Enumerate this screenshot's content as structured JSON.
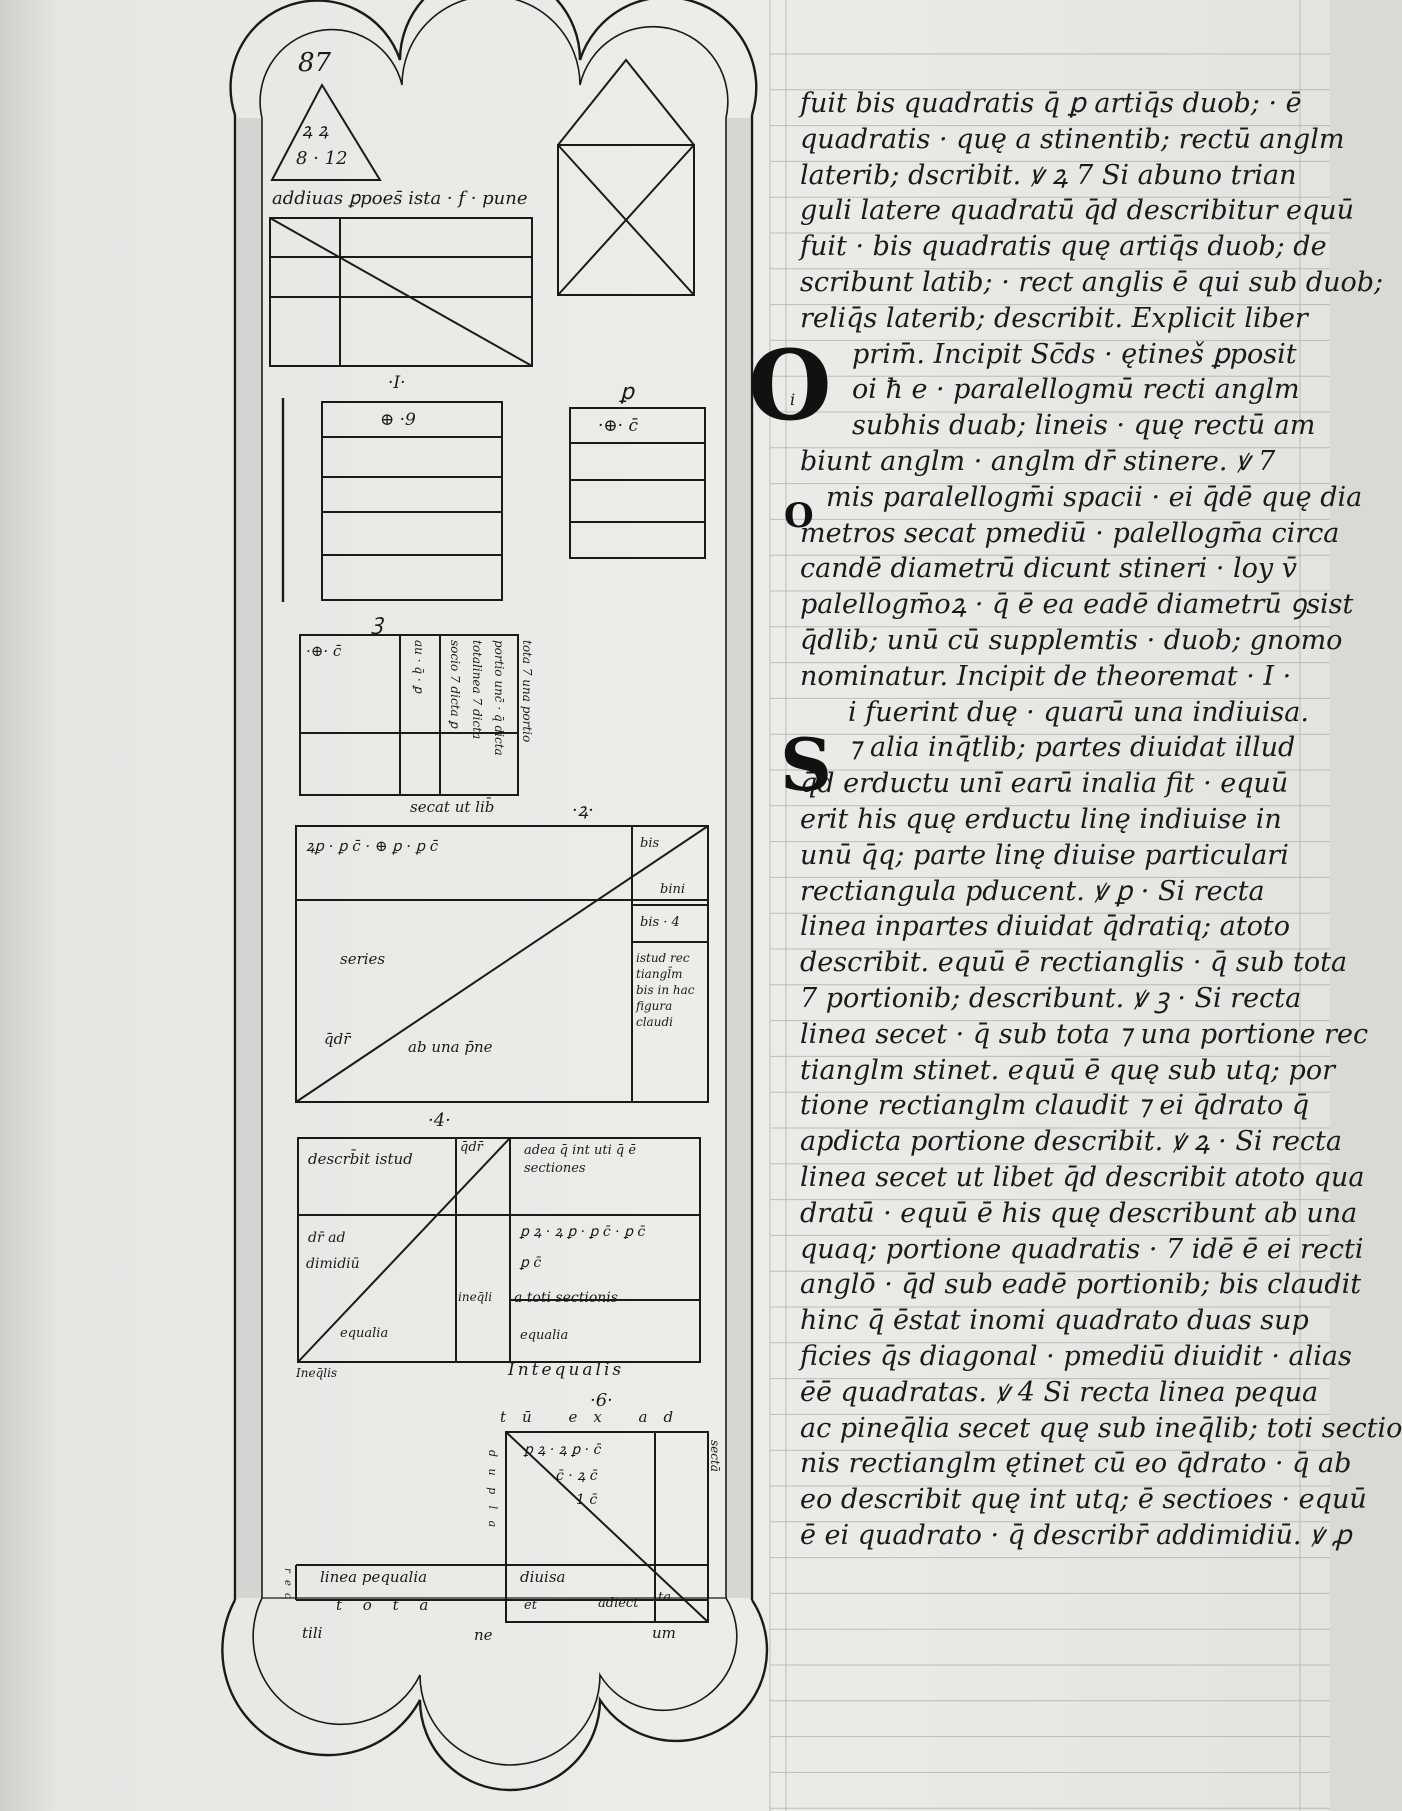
{
  "diagram_labels": {
    "folio_number": "87",
    "triangle_top": "ꝝ ꝝ",
    "triangle_bottom": "8 · 12",
    "caption_rect": "addiuas ꝑpoes̄ ista · f · pune",
    "fig1_number": "·I·",
    "fig1_inner": "⊕ ·9",
    "fig2_number": "ꝑ",
    "fig2_inner": "·⊕· c̄",
    "fig3_number": "ꝫ",
    "fig3_inner": "·⊕· c̄",
    "fig3_text_a": "tota 7 una portio",
    "fig3_text_b": "portio unc̄ · q̄ dicta",
    "fig3_text_c": "totalinea 7 dicta",
    "fig3_text_d": "socio 7 dicta ꝑ",
    "fig3_text_e": "au · q̄ · ꝑ",
    "fig3_bottom": "secat ut lib̄",
    "fig4_number": "·ꝝ·",
    "fig4_top": "ꝝꝑ · ꝑ c̄ · ⊕ ꝑ · ꝑ c̄",
    "fig4_bis": "bis",
    "fig4_bini": "bini",
    "fig4_bis4": "bis · 4",
    "fig4_istud": "istud rec tiangl̄m bis in hac figura claudi",
    "fig4_series": "series",
    "fig4_qdr": "q̄dr̄",
    "fig4_abuna": "ab una p̄ne",
    "fig5_number": "·4·",
    "fig5_describ": "descrb̄it istud",
    "fig5_qdr": "q̄dr̄",
    "fig5_adea": "adea q̄ int uti q̄ ē sectiones",
    "fig5_middle": "ꝑ ꝝ · ꝝ ꝑ · ꝑ c̄ · ꝑ c̄",
    "fig5_pc": "ꝑ c̄",
    "fig5_dr": "dr̄  ad",
    "fig5_dimid": "dimidiū",
    "fig5_ineqli": "ineq̄li",
    "fig5_atoti": "a toti sectionis",
    "fig5_equalia": "equalia",
    "fig5_equalia2": "equalia",
    "fig5_ineqlis": "Ineq̄lis",
    "fig5_bottom": "Intequalis",
    "fig6_number": "·6·",
    "fig6_top": "tū  ex  ad",
    "fig6_inner_a": "ꝑ ꝝ · ꝝ ꝑ · c̄",
    "fig6_inner_b": "c̄ · ꝝ c̄",
    "fig6_inner_c": "1 c̄",
    "fig6_side": "sectā",
    "fig6_left_vert": "d u p l a",
    "fig6_linea": "linea pequalia",
    "fig6_diuisa": "diuisa",
    "fig6_tota": "t o t a",
    "fig6_et": "et",
    "fig6_adiect": "adiect",
    "fig6_ta": "ta",
    "fig6_rec": "r e c",
    "border_bottom_a": "tili",
    "border_bottom_b": "ne",
    "border_bottom_c": "um"
  },
  "text_column": {
    "lines": [
      "fuit bis quadratis q̄ ꝑ artiq̄s duob; · ē",
      "quadratis · quę a stinentib; rectū anglm",
      "laterib; dscribit. ꝟ ꝝ 7 Si abuno trian",
      "guli latere quadratū q̄d describitur equū",
      "fuit · bis quadratis quę artiq̄s duob; de",
      "scribunt latib; · rect anglis ē qui sub duob;",
      "reliq̄s laterib; describit. Explicit liber",
      "prim̄. Incipit Sc̄ds · ętineš ꝑposit",
      "oi ħ e · paralellogmū recti anglm",
      "subhis duab; lineis · quę rectū am",
      "biunt anglm · anglm dr̄ stinere. ꝟ 7",
      "mis paralellogm̄i spacii · ei q̄dē quę dia",
      "metros secat pmediū · palellogm̄a circa",
      "candē diametrū dicunt stineri · loy v̄",
      "palellogm̄oꝝ · q̄ ē ea eadē diametrū ꝯsist",
      "q̄dlib; unū cū supplemtis · duob; gnomo",
      "nominatur. Incipit de theoremat · I ·",
      "i fuerint duę · quarū una indiuisa.",
      "⁊ alia inq̄tlib; partes diuidat illud",
      "q̄d erductu unī earū inalia fit · equū",
      "erit his quę erductu linę indiuise in",
      "unū q̄q; parte linę diuise particulari",
      "rectiangula pducent. ꝟ ꝑ · Si recta",
      "linea inpartes diuidat q̄dratiq; atoto",
      "describit. equū ē rectianglis · q̄ sub tota",
      "7 portionib; describunt. ꝟ ꝫ · Si recta",
      "linea secet · q̄ sub tota ⁊ una portione rec",
      "tianglm stinet. equū ē quę sub utq; por",
      "tione rectianglm claudit ⁊ ei q̄drato q̄",
      "apdicta portione describit. ꝟ ꝝ · Si recta",
      "linea secet ut libet q̄d describit atoto qua",
      "dratū · equū ē his quę describunt ab una",
      "quaq; portione quadratis · 7 idē ē ei recti",
      "anglō · q̄d sub eadē portionib; bis claudit",
      "hinc q̄ ēstat inomi quadrato duas sup",
      "ficies q̄s diagonal · pmediū diuidit · alias",
      "ēē quadratas. ꝟ 4 Si recta linea pequa",
      "ac pineq̄lia secet quę sub ineq̄lib; toti sectio",
      "nis rectianglm ętinet cū eo q̄drato · q̄ ab",
      "eo describit quę int utq; ē sectioes · equū",
      "ē ei quadrato · q̄ describr̄ addimidiū. ꝟ ꝓ"
    ],
    "initial_o": "O",
    "initial_small_o": "O",
    "initial_s": "S",
    "rubric_i": "i"
  }
}
